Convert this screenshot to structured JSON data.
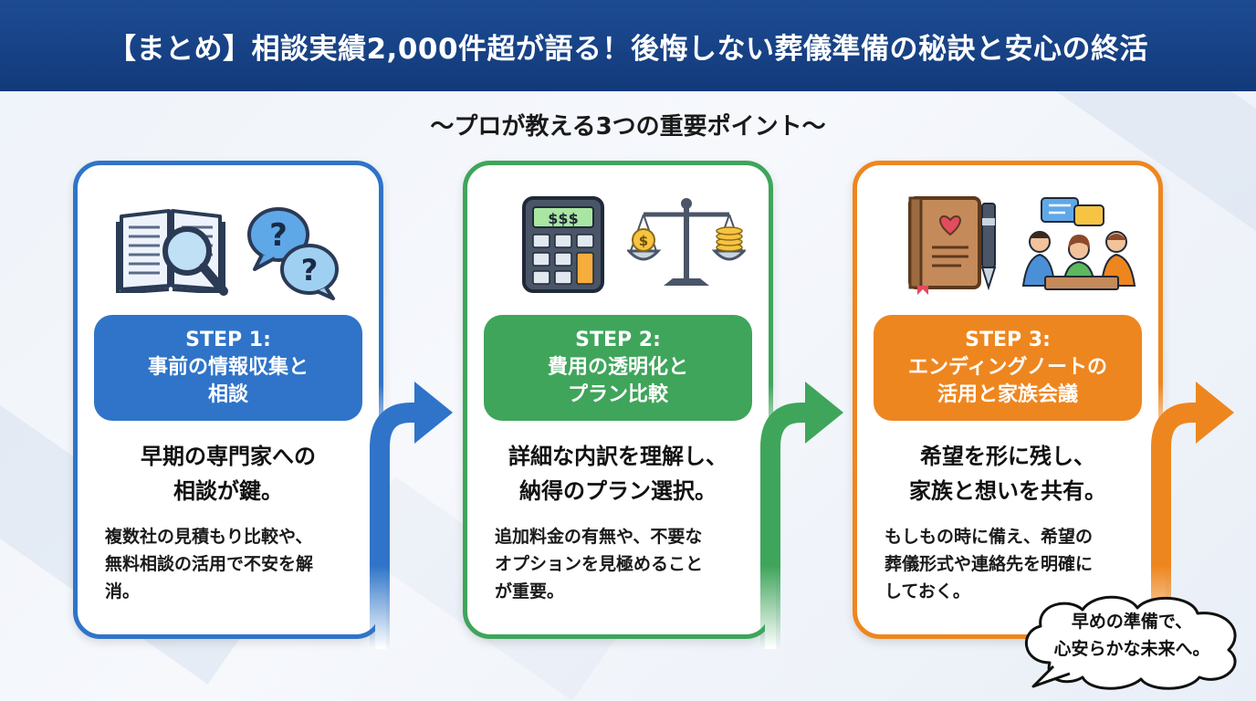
{
  "header": {
    "title": "【まとめ】相談実績2,000件超が語る！後悔しない葬儀準備の秘訣と安心の終活"
  },
  "subtitle": "〜プロが教える3つの重要ポイント〜",
  "colors": {
    "header": "#1d4b93",
    "blue": "#2f74c8",
    "green": "#3fa55b",
    "orange": "#ee861f"
  },
  "steps": [
    {
      "label": "STEP 1:",
      "title_line1": "事前の情報収集と",
      "title_line2": "相談",
      "headline_line1": "早期の専門家への",
      "headline_line2": "相談が鍵。",
      "body_line1": "複数社の見積もり比較や、",
      "body_line2": "無料相談の活用で不安を解",
      "body_line3": "消。",
      "icons": [
        "open-book-icon",
        "magnifying-glass-icon",
        "question-bubble-icon"
      ]
    },
    {
      "label": "STEP 2:",
      "title_line1": "費用の透明化と",
      "title_line2": "プラン比較",
      "headline_line1": "詳細な内訳を理解し、",
      "headline_line2": "納得のプラン選択。",
      "body_line1": "追加料金の有無や、不要な",
      "body_line2": "オプションを見極めること",
      "body_line3": "が重要。",
      "calculator_display": "$$$",
      "icons": [
        "calculator-icon",
        "balance-scale-icon"
      ]
    },
    {
      "label": "STEP 3:",
      "title_line1": "エンディングノートの",
      "title_line2": "活用と家族会議",
      "headline_line1": "希望を形に残し、",
      "headline_line2": "家族と想いを共有。",
      "body_line1": "もしもの時に備え、希望の",
      "body_line2": "葬儀形式や連絡先を明確に",
      "body_line3": "しておく。",
      "icons": [
        "ending-note-icon",
        "pen-icon",
        "family-meeting-icon"
      ]
    }
  ],
  "bubble": {
    "line1": "早めの準備で、",
    "line2": "心安らかな未来へ。"
  }
}
